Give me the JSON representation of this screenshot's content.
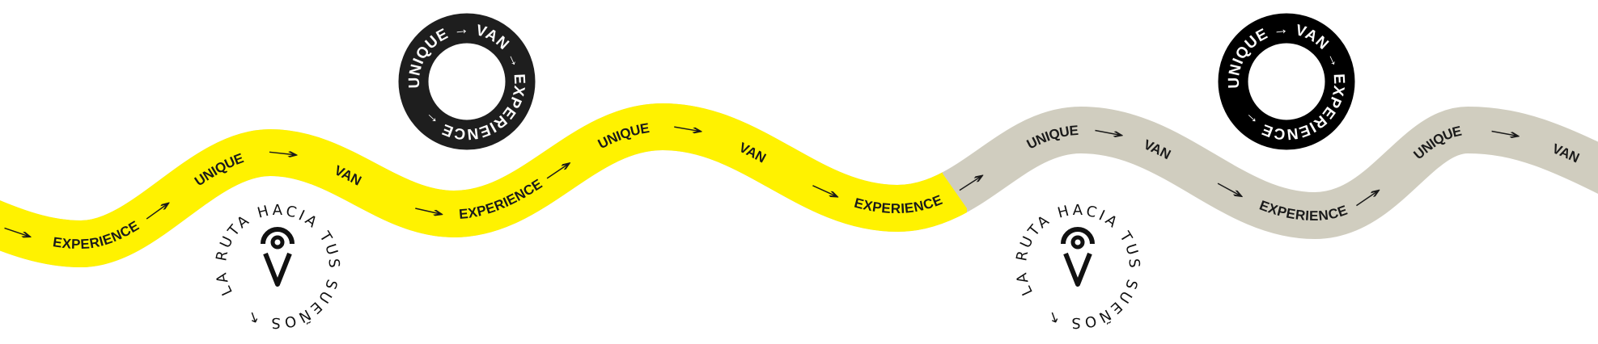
{
  "colors": {
    "road_yellow": "#fff200",
    "road_gray": "#d0cdbf",
    "ring_dark": "#1e1e1e",
    "ring_black": "#000000",
    "ink": "#111111"
  },
  "road": {
    "labels": [
      "→",
      "EXPERIENCE",
      "→",
      "UNIQUE",
      "→",
      "VAN",
      "→",
      "EXPERIENCE",
      "→",
      "UNIQUE",
      "→",
      "VAN",
      "→",
      "EXPERIENCE",
      "→",
      "UNIQUE",
      "→",
      "VAN",
      "→",
      "EXPERIENCE",
      "→",
      "UNIQUE",
      "→",
      "VAN"
    ]
  },
  "badges": [
    {
      "text": "UNIQUE → VAN → EXPERIENCE ←"
    },
    {
      "text": "UNIQUE → VAN → EXPERIENCE ←"
    }
  ],
  "location_badges": [
    {
      "text": "LA RUTA HACIA TUS SUEÑOS ↖",
      "icon": "location-pin-icon"
    },
    {
      "text": "LA RUTA HACIA TUS SUEÑOS ↖",
      "icon": "location-pin-icon"
    }
  ]
}
